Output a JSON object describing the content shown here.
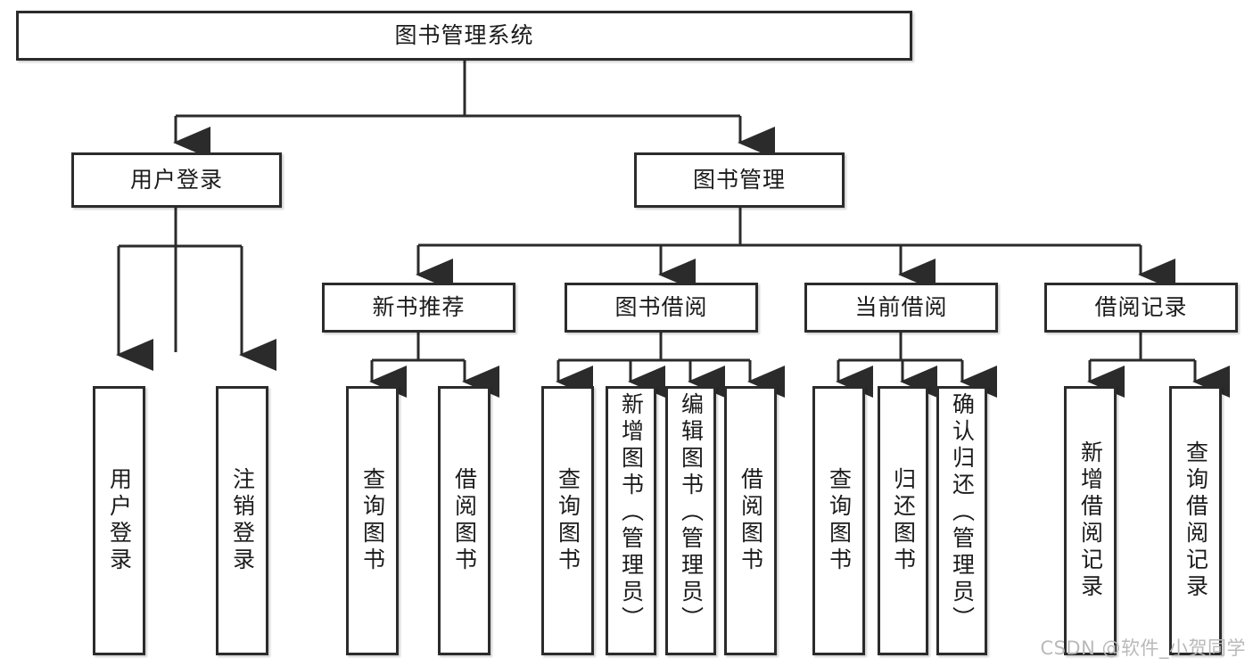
{
  "diagram": {
    "type": "tree",
    "title": "图书管理系统",
    "orientation": "top-down",
    "watermark": "CSDN @软件_小贺同学",
    "colors": {
      "box_border": "#2b2b2b",
      "box_fill": "#ffffff",
      "text": "#1b1b1b",
      "link": "#2b2b2b",
      "watermark": "#b9b9b9",
      "background": "#ffffff"
    },
    "root": {
      "label": "图书管理系统"
    },
    "level2": [
      {
        "label": "用户登录"
      },
      {
        "label": "图书管理"
      }
    ],
    "level3": [
      {
        "label": "新书推荐"
      },
      {
        "label": "图书借阅"
      },
      {
        "label": "当前借阅"
      },
      {
        "label": "借阅记录"
      }
    ],
    "leaves": {
      "user_login": [
        {
          "label": "用户登录"
        },
        {
          "label": "注销登录"
        }
      ],
      "new_book_recommend": [
        {
          "label": "查询图书"
        },
        {
          "label": "借阅图书"
        }
      ],
      "book_borrow": [
        {
          "label": "查询图书"
        },
        {
          "label": "新增图书（管理员）"
        },
        {
          "label": "编辑图书（管理员）"
        },
        {
          "label": "借阅图书"
        }
      ],
      "current_borrow": [
        {
          "label": "查询图书"
        },
        {
          "label": "归还图书"
        },
        {
          "label": "确认归还（管理员）"
        }
      ],
      "borrow_record": [
        {
          "label": "新增借阅记录"
        },
        {
          "label": "查询借阅记录"
        }
      ]
    }
  }
}
